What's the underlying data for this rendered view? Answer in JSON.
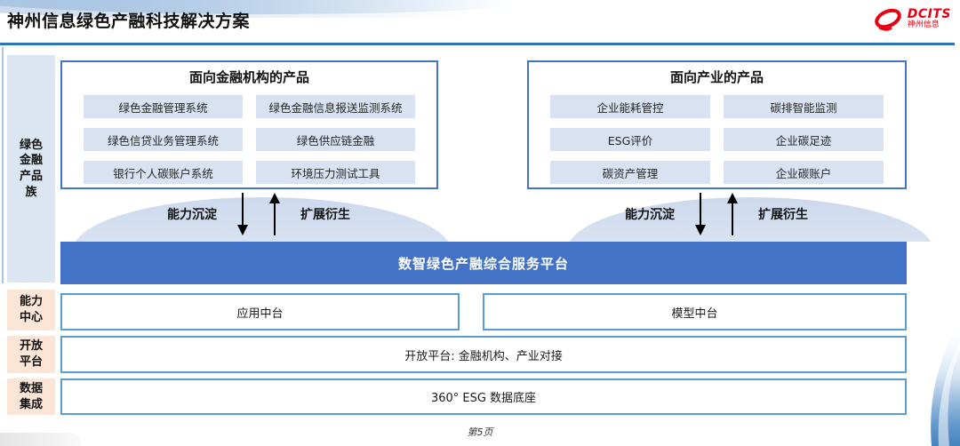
{
  "header": {
    "title": "神州信息绿色产融科技解决方案",
    "logo_text": "DCITS",
    "logo_subtext": "神州信息"
  },
  "sidebar": {
    "product_family": "绿色金融产品族",
    "capability_center": "能力中心",
    "open_platform": "开放平台",
    "data_integration": "数据集成"
  },
  "panels": [
    {
      "title": "面向金融机构的产品",
      "items": [
        "绿色金融管理系统",
        "绿色金融信息报送监测系统",
        "绿色信贷业务管理系统",
        "绿色供应链金融",
        "银行个人碳账户系统",
        "环境压力测试工具"
      ]
    },
    {
      "title": "面向产业的产品",
      "items": [
        "企业能耗管控",
        "碳排智能监测",
        "ESG评价",
        "企业碳足迹",
        "碳资产管理",
        "企业碳账户"
      ]
    }
  ],
  "arrows": {
    "down_label": "能力沉淀",
    "up_label": "扩展衍生"
  },
  "platform": {
    "title": "数智绿色产融综合服务平台"
  },
  "middle": {
    "left": "应用中台",
    "right": "模型中台"
  },
  "open_row": "开放平台: 金融机构、产业对接",
  "data_row": "360° ESG 数据底座",
  "footer": {
    "page_label": "第5页"
  },
  "colors": {
    "platform_blue": "#4472c4",
    "header_line_blue": "#2e75b6",
    "box_border_blue": "#5b9bd5",
    "item_bg_blue": "#d9e2f3",
    "sidebar_blue": "#dce6f2",
    "sidebar_peach": "#fbe5d6",
    "logo_red": "#e60012"
  }
}
